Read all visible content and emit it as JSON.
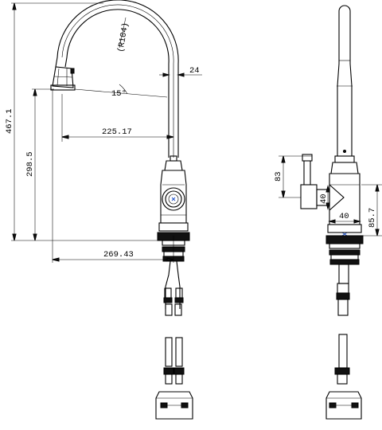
{
  "front_view": {
    "dimensions": {
      "total_height": "467.1",
      "spout_height": "298.5",
      "spout_reach": "225.17",
      "overall_reach": "269.43",
      "spout_diameter": "24",
      "arc_radius": "(R104)",
      "head_angle": "15°"
    }
  },
  "side_view": {
    "dimensions": {
      "lever_height": "83",
      "handle_width": "40",
      "body_width": "40",
      "body_height": "85.7"
    }
  },
  "colors": {
    "line": "#000000",
    "center_mark": "#2255cc",
    "base": "#111111"
  }
}
